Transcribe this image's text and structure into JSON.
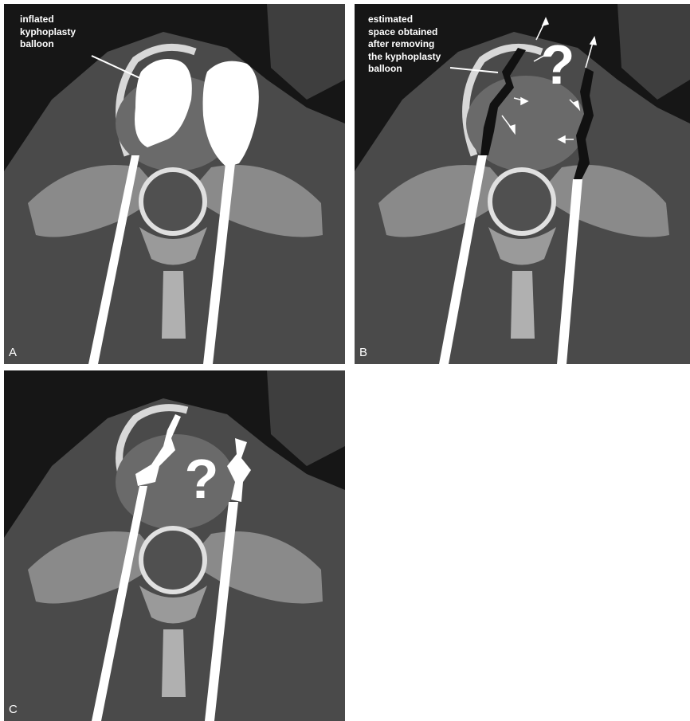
{
  "panels": [
    {
      "letter": "A",
      "annotation": "inflated\nkyphoplasty\nballoon"
    },
    {
      "letter": "B",
      "annotation": "estimated\nspace obtained\nafter removing\nthe kyphoplasty\nballoon"
    },
    {
      "letter": "C",
      "annotation": ""
    }
  ],
  "question_mark": "?",
  "colors": {
    "background": "#ffffff",
    "ct_dark": "#1a1a1a",
    "soft_tissue": "#4a4a4a",
    "bone": "#d8d8d8",
    "instrument": "#ffffff",
    "cavity": "#111111"
  }
}
